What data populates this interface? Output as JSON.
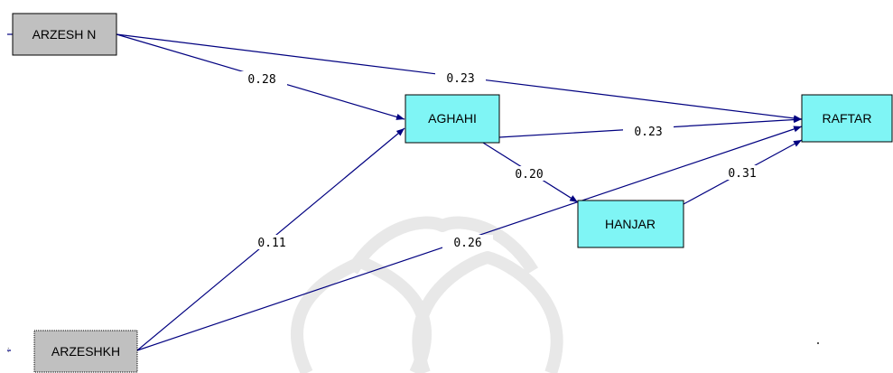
{
  "colors": {
    "observed_node": "#c0c0c0",
    "latent_node": "#7ff5f5",
    "edge": "#000080",
    "watermark": "#e8e8e8"
  },
  "nodes": {
    "arzesh_n": "ARZESH N",
    "arzeshkh": "ARZESHKH",
    "aghahi": "AGHAHI",
    "hanjar": "HANJAR",
    "raftar": "RAFTAR"
  },
  "paths": {
    "arzesh_n_to_aghahi": "0.28",
    "arzesh_n_to_raftar": "0.23",
    "aghahi_to_raftar": "0.23",
    "aghahi_to_hanjar": "0.20",
    "hanjar_to_raftar": "0.31",
    "arzeshkh_to_aghahi": "0.11",
    "arzeshkh_to_raftar": "0.26"
  }
}
